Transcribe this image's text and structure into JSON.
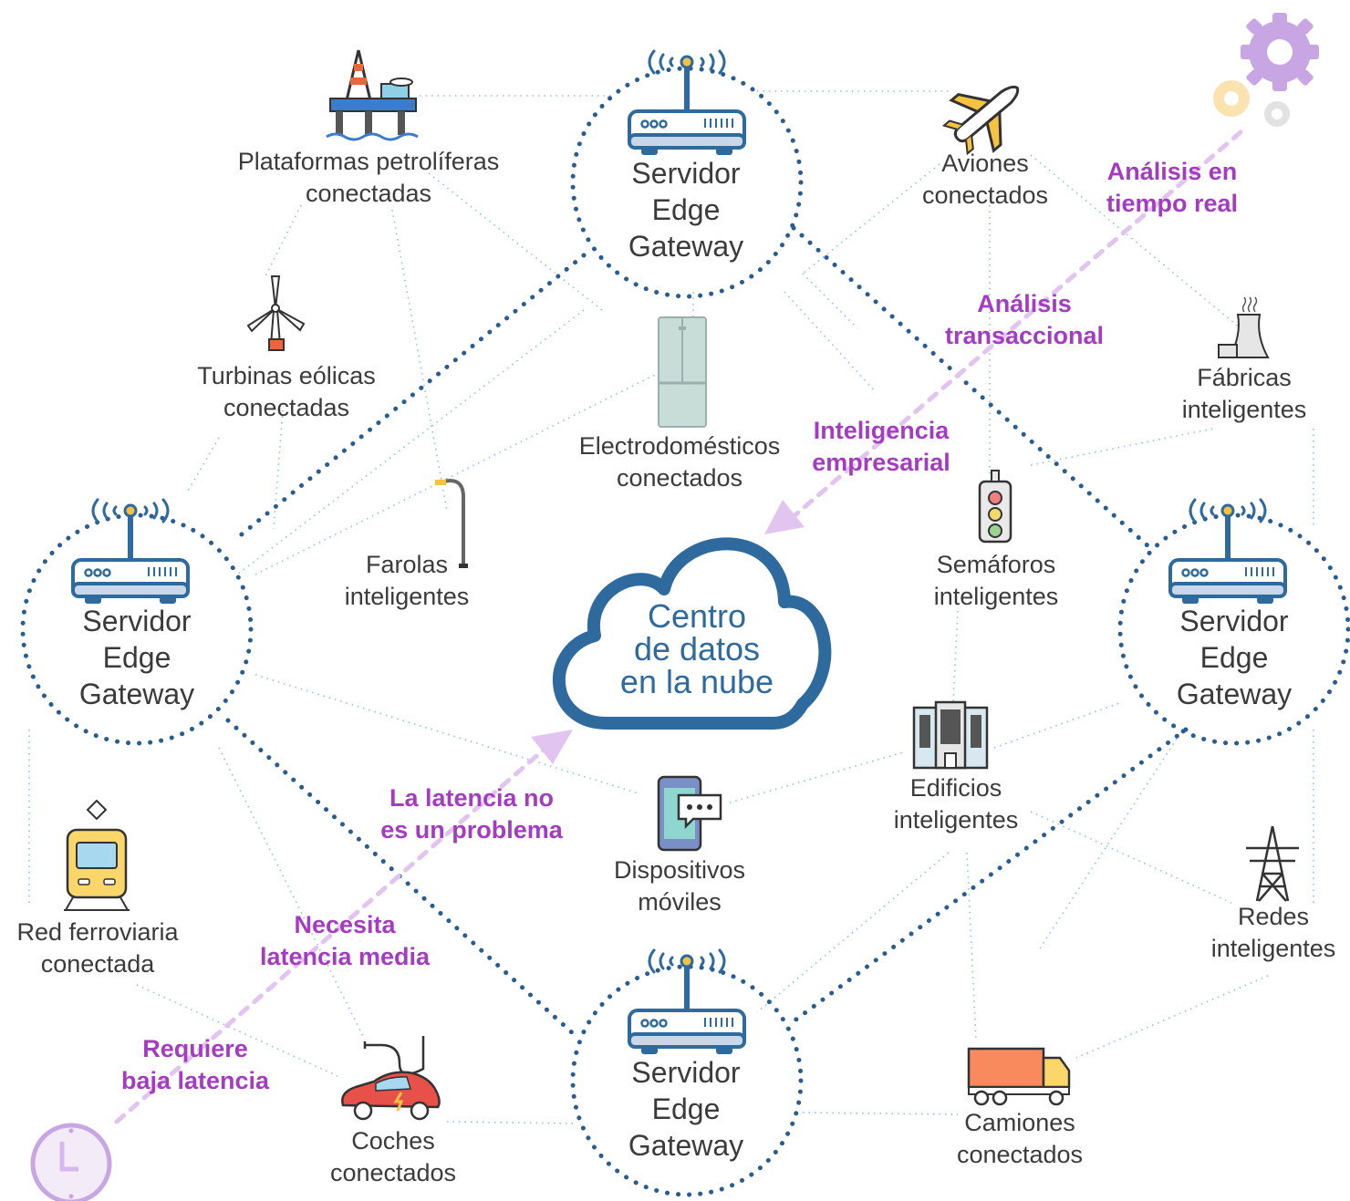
{
  "cloud": {
    "label": "Centro\nde datos\nen la nube"
  },
  "gateways": {
    "top": "Servidor\nEdge\nGateway",
    "left": "Servidor\nEdge\nGateway",
    "right": "Servidor\nEdge\nGateway",
    "bottom": "Servidor\nEdge\nGateway"
  },
  "devices": {
    "oil": "Plataformas petrolíferas\nconectadas",
    "planes": "Aviones\nconectados",
    "wind": "Turbinas eólicas\nconectadas",
    "appliances": "Electrodomésticos\nconectados",
    "factories": "Fábricas\ninteligentes",
    "streetlights": "Farolas\ninteligentes",
    "traffic": "Semáforos\ninteligentes",
    "buildings": "Edificios\ninteligentes",
    "mobile": "Dispositivos\nmóviles",
    "rail": "Red ferroviaria\nconectada",
    "grid": "Redes\ninteligentes",
    "cars": "Coches\nconectados",
    "trucks": "Camiones\nconectados"
  },
  "analytics": {
    "realtime": "Análisis en\ntiempo real",
    "transactional": "Análisis\ntransaccional",
    "bi": "Inteligencia\nempresarial",
    "latency_none": "La latencia no\nes un problema",
    "latency_medium": "Necesita\nlatencia media",
    "latency_low": "Requiere\nbaja latencia"
  },
  "colors": {
    "accent_purple": "#a43cc2",
    "gateway_blue": "#2f6a9e",
    "cloud_blue": "#2f6a9e",
    "arrow_lilac": "#e2c4f0"
  },
  "icons": [
    "gear-icon",
    "oil-platform-icon",
    "airplane-icon",
    "wind-turbine-icon",
    "fridge-icon",
    "power-plant-icon",
    "street-lamp-icon",
    "traffic-light-icon",
    "office-building-icon",
    "smartphone-icon",
    "train-icon",
    "power-tower-icon",
    "electric-car-icon",
    "truck-icon",
    "clock-icon",
    "router-icon",
    "cloud-icon"
  ]
}
